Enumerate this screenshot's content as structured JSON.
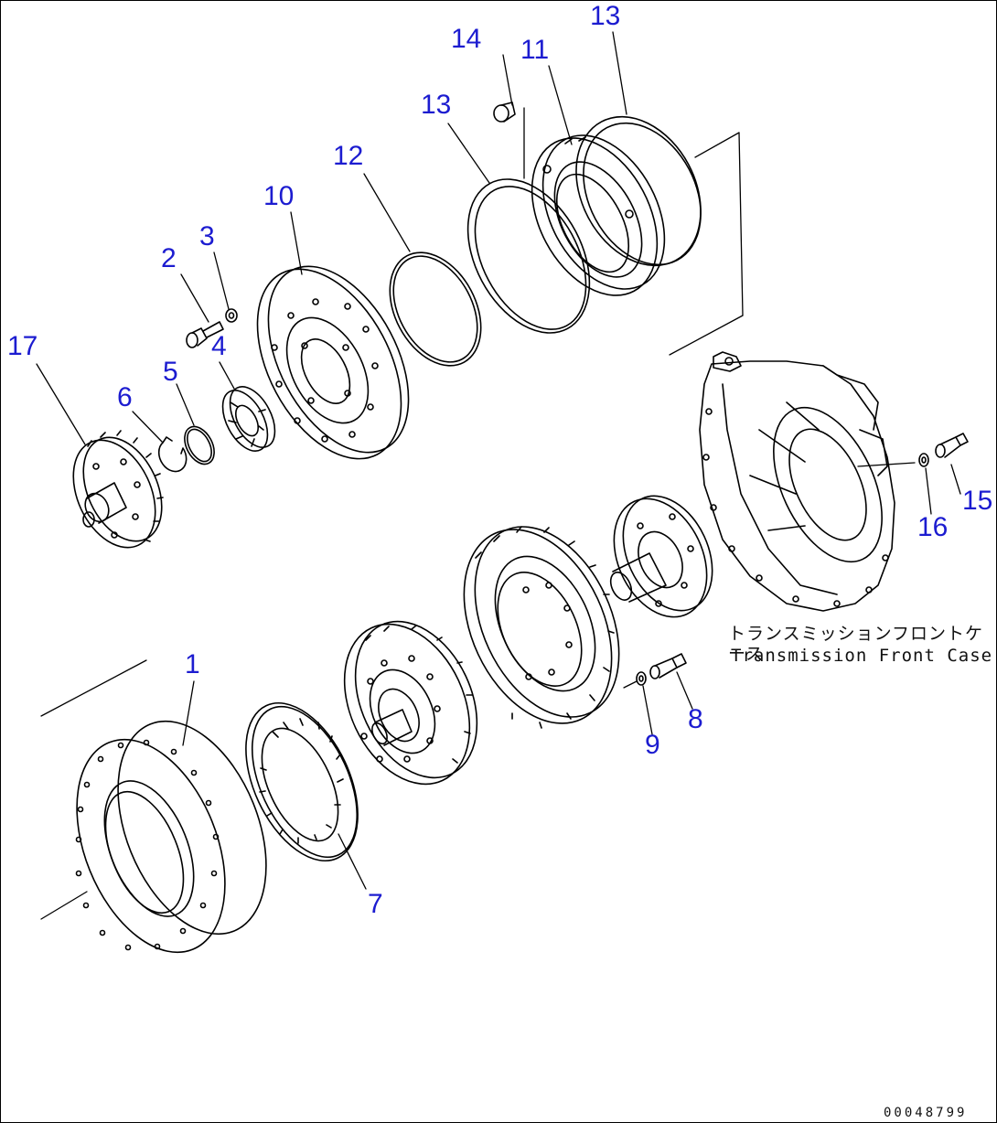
{
  "callouts": {
    "p1": "1",
    "p2": "2",
    "p3": "3",
    "p4": "4",
    "p5": "5",
    "p6": "6",
    "p7": "7",
    "p8": "8",
    "p9": "9",
    "p10": "10",
    "p11": "11",
    "p12": "12",
    "p13a": "13",
    "p13b": "13",
    "p14": "14",
    "p15": "15",
    "p16": "16",
    "p17": "17"
  },
  "caption": {
    "japanese": "トランスミッションフロントケース",
    "english": "Transmission Front Case"
  },
  "document_number": "00048799",
  "colors": {
    "callout": "#1c1cd0",
    "line": "#000000",
    "background": "#ffffff"
  }
}
